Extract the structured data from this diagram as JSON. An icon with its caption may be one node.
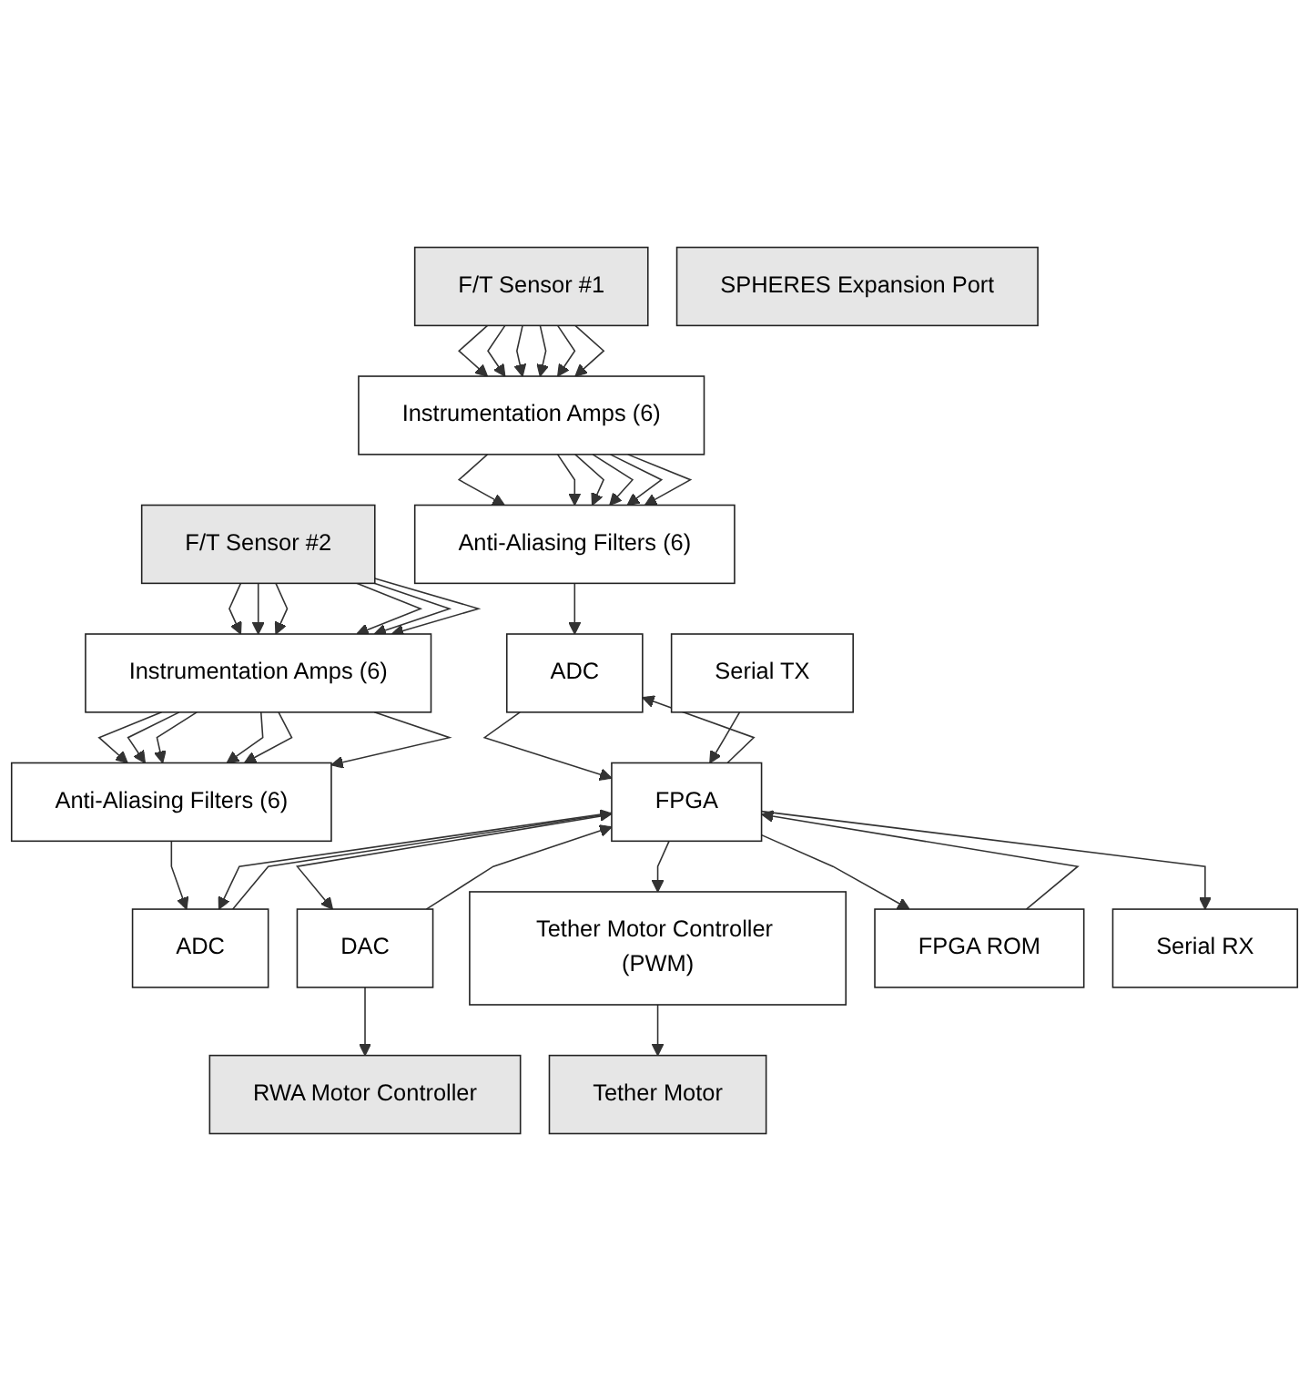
{
  "diagram": {
    "nodes": [
      {
        "text": [
          "F/T Sensor #1"
        ]
      },
      {
        "text": [
          "F/T Sensor #2"
        ]
      },
      {
        "text": [
          "Instrumentation Amps (6)"
        ]
      },
      {
        "text": [
          "Instrumentation Amps (6)"
        ]
      },
      {
        "text": [
          "Anti-Aliasing Filters (6)"
        ]
      },
      {
        "text": [
          "Anti-Aliasing Filters (6)"
        ]
      },
      {
        "text": [
          "RWA Motor Controller"
        ]
      },
      {
        "text": [
          "ADC"
        ]
      },
      {
        "text": [
          "ADC"
        ]
      },
      {
        "text": [
          "DAC"
        ]
      },
      {
        "text": [
          "FPGA"
        ]
      },
      {
        "text": [
          "Tether Motor Controller (PWM)"
        ]
      },
      {
        "text": [
          "FPGA ROM"
        ]
      },
      {
        "text": [
          "Serial RX"
        ]
      },
      {
        "text": [
          "Serial TX"
        ]
      },
      {
        "text": [
          "SPHERES Expansion Port"
        ]
      },
      {
        "text": [
          "Tether Motor"
        ]
      }
    ],
    "edges": [
      {
        "from": 0,
        "to": 2,
        "arrow": "to"
      },
      {
        "from": 0,
        "to": 2,
        "arrow": "to"
      },
      {
        "from": 0,
        "to": 2,
        "arrow": "to"
      },
      {
        "from": 0,
        "to": 2,
        "arrow": "to"
      },
      {
        "from": 0,
        "to": 2,
        "arrow": "to"
      },
      {
        "from": 0,
        "to": 2,
        "arrow": "to"
      },
      {
        "from": 1,
        "to": 3,
        "arrow": "to"
      },
      {
        "from": 1,
        "to": 3,
        "arrow": "to"
      },
      {
        "from": 1,
        "to": 3,
        "arrow": "to"
      },
      {
        "from": 1,
        "to": 3,
        "arrow": "to"
      },
      {
        "from": 1,
        "to": 3,
        "arrow": "to"
      },
      {
        "from": 1,
        "to": 3,
        "arrow": "to"
      },
      {
        "from": 2,
        "to": 4,
        "arrow": "to"
      },
      {
        "from": 2,
        "to": 4,
        "arrow": "to"
      },
      {
        "from": 2,
        "to": 4,
        "arrow": "to"
      },
      {
        "from": 2,
        "to": 4,
        "arrow": "to"
      },
      {
        "from": 2,
        "to": 4,
        "arrow": "to"
      },
      {
        "from": 2,
        "to": 4,
        "arrow": "to"
      },
      {
        "from": 3,
        "to": 5,
        "arrow": "to"
      },
      {
        "from": 3,
        "to": 5,
        "arrow": "to"
      },
      {
        "from": 3,
        "to": 5,
        "arrow": "to"
      },
      {
        "from": 3,
        "to": 5,
        "arrow": "to"
      },
      {
        "from": 3,
        "to": 5,
        "arrow": "to"
      },
      {
        "from": 3,
        "to": 5,
        "arrow": "to"
      },
      {
        "from": 4,
        "to": 7,
        "arrow": "to"
      },
      {
        "from": 5,
        "to": 8,
        "arrow": "to"
      },
      {
        "from": 7,
        "to": 10,
        "arrow": "to"
      },
      {
        "from": 10,
        "to": 7,
        "arrow": "to"
      },
      {
        "from": 8,
        "to": 10,
        "arrow": "to"
      },
      {
        "from": 10,
        "to": 8,
        "arrow": "to"
      },
      {
        "from": 9,
        "to": 6,
        "arrow": "to"
      },
      {
        "from": 9,
        "to": 10,
        "arrow": "to"
      },
      {
        "from": 10,
        "to": 9,
        "arrow": "to"
      },
      {
        "from": 12,
        "to": 10,
        "arrow": "to"
      },
      {
        "from": 10,
        "to": 12,
        "arrow": "to"
      },
      {
        "from": 10,
        "to": 11,
        "arrow": "to"
      },
      {
        "from": 10,
        "to": 13,
        "arrow": "to"
      },
      {
        "from": 14,
        "to": 10,
        "arrow": "to"
      },
      {
        "from": 11,
        "to": 16,
        "arrow": "to"
      }
    ]
  }
}
